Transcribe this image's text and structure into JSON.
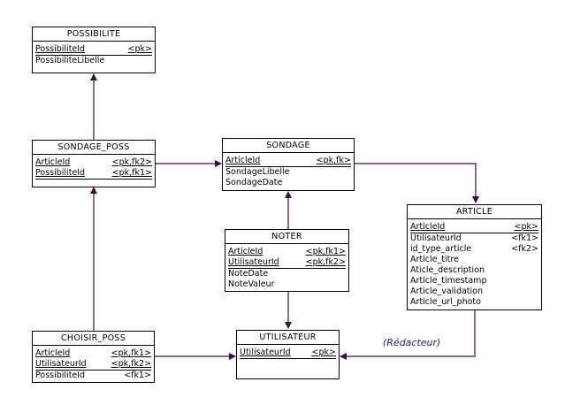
{
  "accent_color": "#3a0a4a",
  "entities": {
    "possibilite": {
      "title": "POSSIBILITE",
      "attrs": [
        {
          "name": "PossibiliteId",
          "key": "<pk>",
          "pk": true
        },
        {
          "name": "PossibiliteLibelle",
          "key": "",
          "pk": false
        }
      ]
    },
    "sondage_poss": {
      "title": "SONDAGE_POSS",
      "attrs": [
        {
          "name": "ArticleId",
          "key": "<pk,fk2>",
          "pk": true
        },
        {
          "name": "PossibiliteId",
          "key": "<pk,fk1>",
          "pk": true
        }
      ]
    },
    "sondage": {
      "title": "SONDAGE",
      "attrs": [
        {
          "name": "ArticleId",
          "key": "<pk,fk>",
          "pk": true
        },
        {
          "name": "SondageLibelle",
          "key": "",
          "pk": false
        },
        {
          "name": "SondageDate",
          "key": "",
          "pk": false
        }
      ]
    },
    "noter": {
      "title": "NOTER",
      "attrs": [
        {
          "name": "ArticleId",
          "key": "<pk,fk1>",
          "pk": true
        },
        {
          "name": "UtilisateurId",
          "key": "<pk,fk2>",
          "pk": true
        },
        {
          "name": "NoteDate",
          "key": "",
          "pk": false
        },
        {
          "name": "NoteValeur",
          "key": "",
          "pk": false
        }
      ]
    },
    "article": {
      "title": "ARTICLE",
      "attrs": [
        {
          "name": "ArticleId",
          "key": "<pk>",
          "pk": true
        },
        {
          "name": "UtilisateurId",
          "key": "<fk1>",
          "pk": false
        },
        {
          "name": "id_type_article",
          "key": "<fk2>",
          "pk": false
        },
        {
          "name": "Article_titre",
          "key": "",
          "pk": false
        },
        {
          "name": "Aticle_description",
          "key": "",
          "pk": false
        },
        {
          "name": "Article_timestamp",
          "key": "",
          "pk": false
        },
        {
          "name": "Article_validation",
          "key": "",
          "pk": false
        },
        {
          "name": "Article_url_photo",
          "key": "",
          "pk": false
        }
      ]
    },
    "choisir_poss": {
      "title": "CHOISIR_POSS",
      "attrs": [
        {
          "name": "ArticleId",
          "key": "<pk,fk1>",
          "pk": true
        },
        {
          "name": "UtilisateurId",
          "key": "<pk,fk2>",
          "pk": true
        },
        {
          "name": "PossibiliteId",
          "key": "<fk1>",
          "pk": false
        }
      ]
    },
    "utilisateur": {
      "title": "UTILISATEUR",
      "attrs": [
        {
          "name": "UtilisateurId",
          "key": "<pk>",
          "pk": true
        }
      ]
    }
  },
  "role_label": "(Rédacteur)"
}
